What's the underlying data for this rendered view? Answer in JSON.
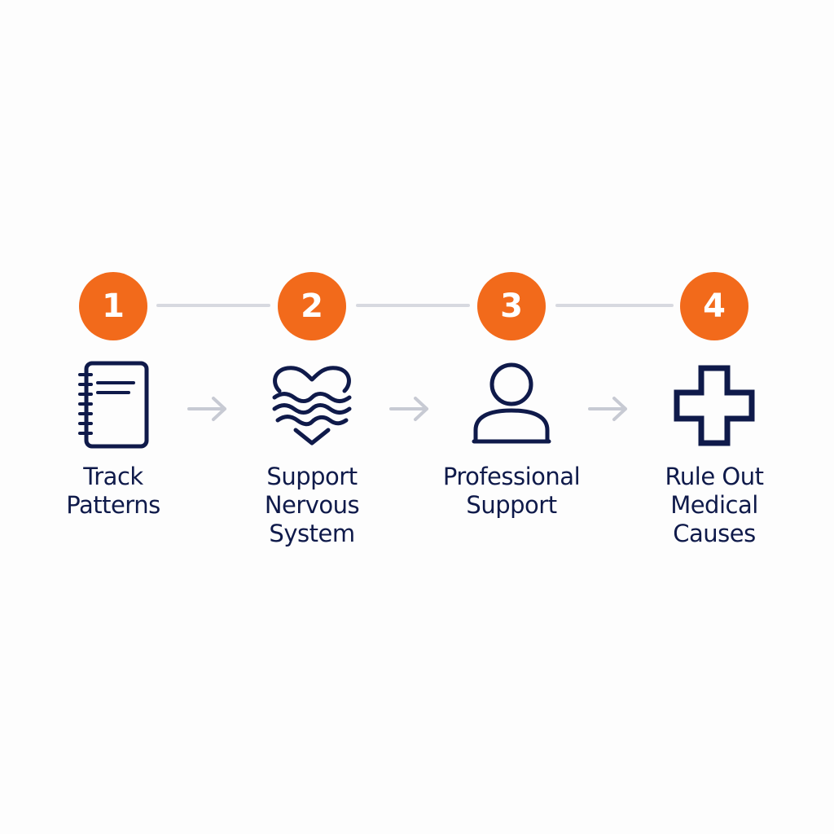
{
  "colors": {
    "accent": "#f26a1b",
    "ink": "#0f1a4a",
    "connector": "#d7d9e0",
    "arrow": "#c7cad3"
  },
  "steps": [
    {
      "number": "1",
      "icon": "notebook-icon",
      "label_lines": [
        "Track",
        "Patterns"
      ]
    },
    {
      "number": "2",
      "icon": "heart-waves-icon",
      "label_lines": [
        "Support",
        "Nervous",
        "System"
      ]
    },
    {
      "number": "3",
      "icon": "person-icon",
      "label_lines": [
        "Professional",
        "Support"
      ]
    },
    {
      "number": "4",
      "icon": "medical-cross-icon",
      "label_lines": [
        "Rule Out",
        "Medical",
        "Causes"
      ]
    }
  ]
}
